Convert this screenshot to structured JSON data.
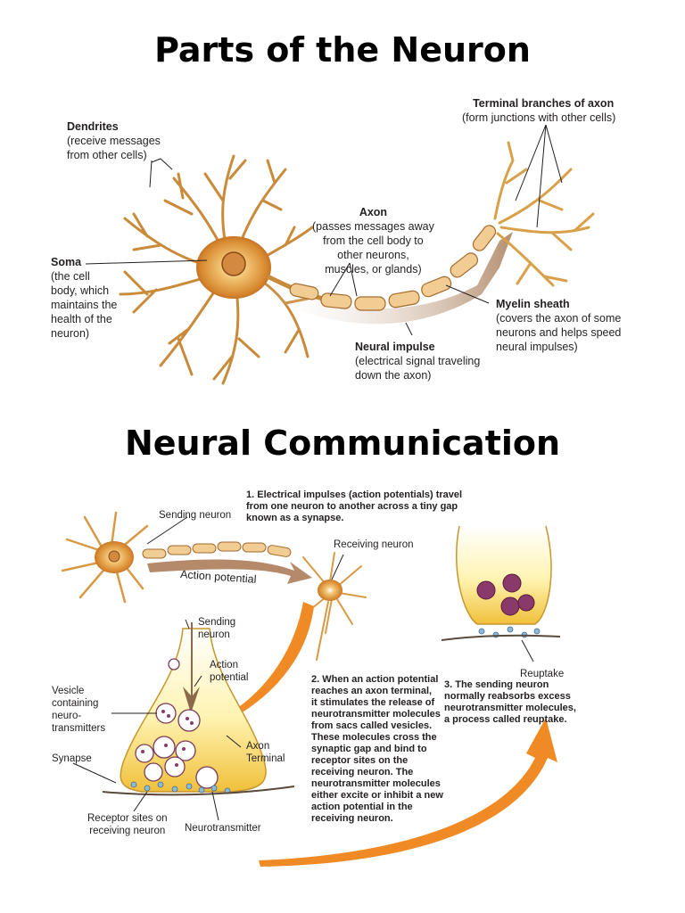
{
  "titles": {
    "parts": "Parts of the Neuron",
    "communication": "Neural Communication"
  },
  "neuron_parts": {
    "dendrites": {
      "name": "Dendrites",
      "desc": [
        "(receive messages",
        "from other cells)"
      ]
    },
    "terminal": {
      "name": "Terminal branches of axon",
      "desc": [
        "(form junctions with other cells)"
      ]
    },
    "axon": {
      "name": "Axon",
      "desc": [
        "(passes messages away",
        "from the cell body to",
        "other neurons,",
        "muscles, or glands)"
      ]
    },
    "soma": {
      "name": "Soma",
      "desc": [
        "(the cell",
        "body, which",
        "maintains the",
        "health of the",
        "neuron)"
      ]
    },
    "myelin": {
      "name": "Myelin sheath",
      "desc": [
        "(covers the axon of some",
        "neurons and helps speed",
        "neural impulses)"
      ]
    },
    "impulse": {
      "name": "Neural impulse",
      "desc": [
        "(electrical signal traveling",
        "down the axon)"
      ]
    }
  },
  "communication": {
    "sending_neuron": "Sending neuron",
    "receiving_neuron": "Receiving neuron",
    "action_potential": "Action potential",
    "sending_neuron_2": [
      "Sending",
      "neuron"
    ],
    "action_potential_2": [
      "Action",
      "potential"
    ],
    "vesicle": [
      "Vesicle",
      "containing",
      "neuro-",
      "transmitters"
    ],
    "axon_terminal": [
      "Axon",
      "Terminal"
    ],
    "synapse": "Synapse",
    "receptor_sites": [
      "Receptor sites on",
      "receiving neuron"
    ],
    "neurotransmitter": "Neurotransmitter",
    "reuptake": "Reuptake",
    "step1": [
      "1. Electrical impulses (action potentials) travel",
      "from one neuron to another across a tiny gap",
      "known as a synapse."
    ],
    "step2": [
      "2. When an action potential",
      "reaches an axon terminal,",
      "it stimulates the release of",
      "neurotransmitter molecules",
      "from sacs called vesicles.",
      "These molecules cross the",
      "synaptic gap and bind to",
      "receptor sites on the",
      "receiving neuron.  The",
      "neurotransmitter molecules",
      "either excite or inhibit a new",
      "action potential in the",
      "receiving neuron."
    ],
    "step3": [
      "3. The sending neuron",
      "normally reabsorbs excess",
      "neurotransmitter molecules,",
      "a process called reuptake."
    ]
  },
  "colors": {
    "neuron_body": "#e8b35a",
    "neuron_dark": "#b8742a",
    "axon_arrow": "#b58a6a",
    "orange_arrow": "#f08a24",
    "vesicle": "#8a3a6a"
  }
}
